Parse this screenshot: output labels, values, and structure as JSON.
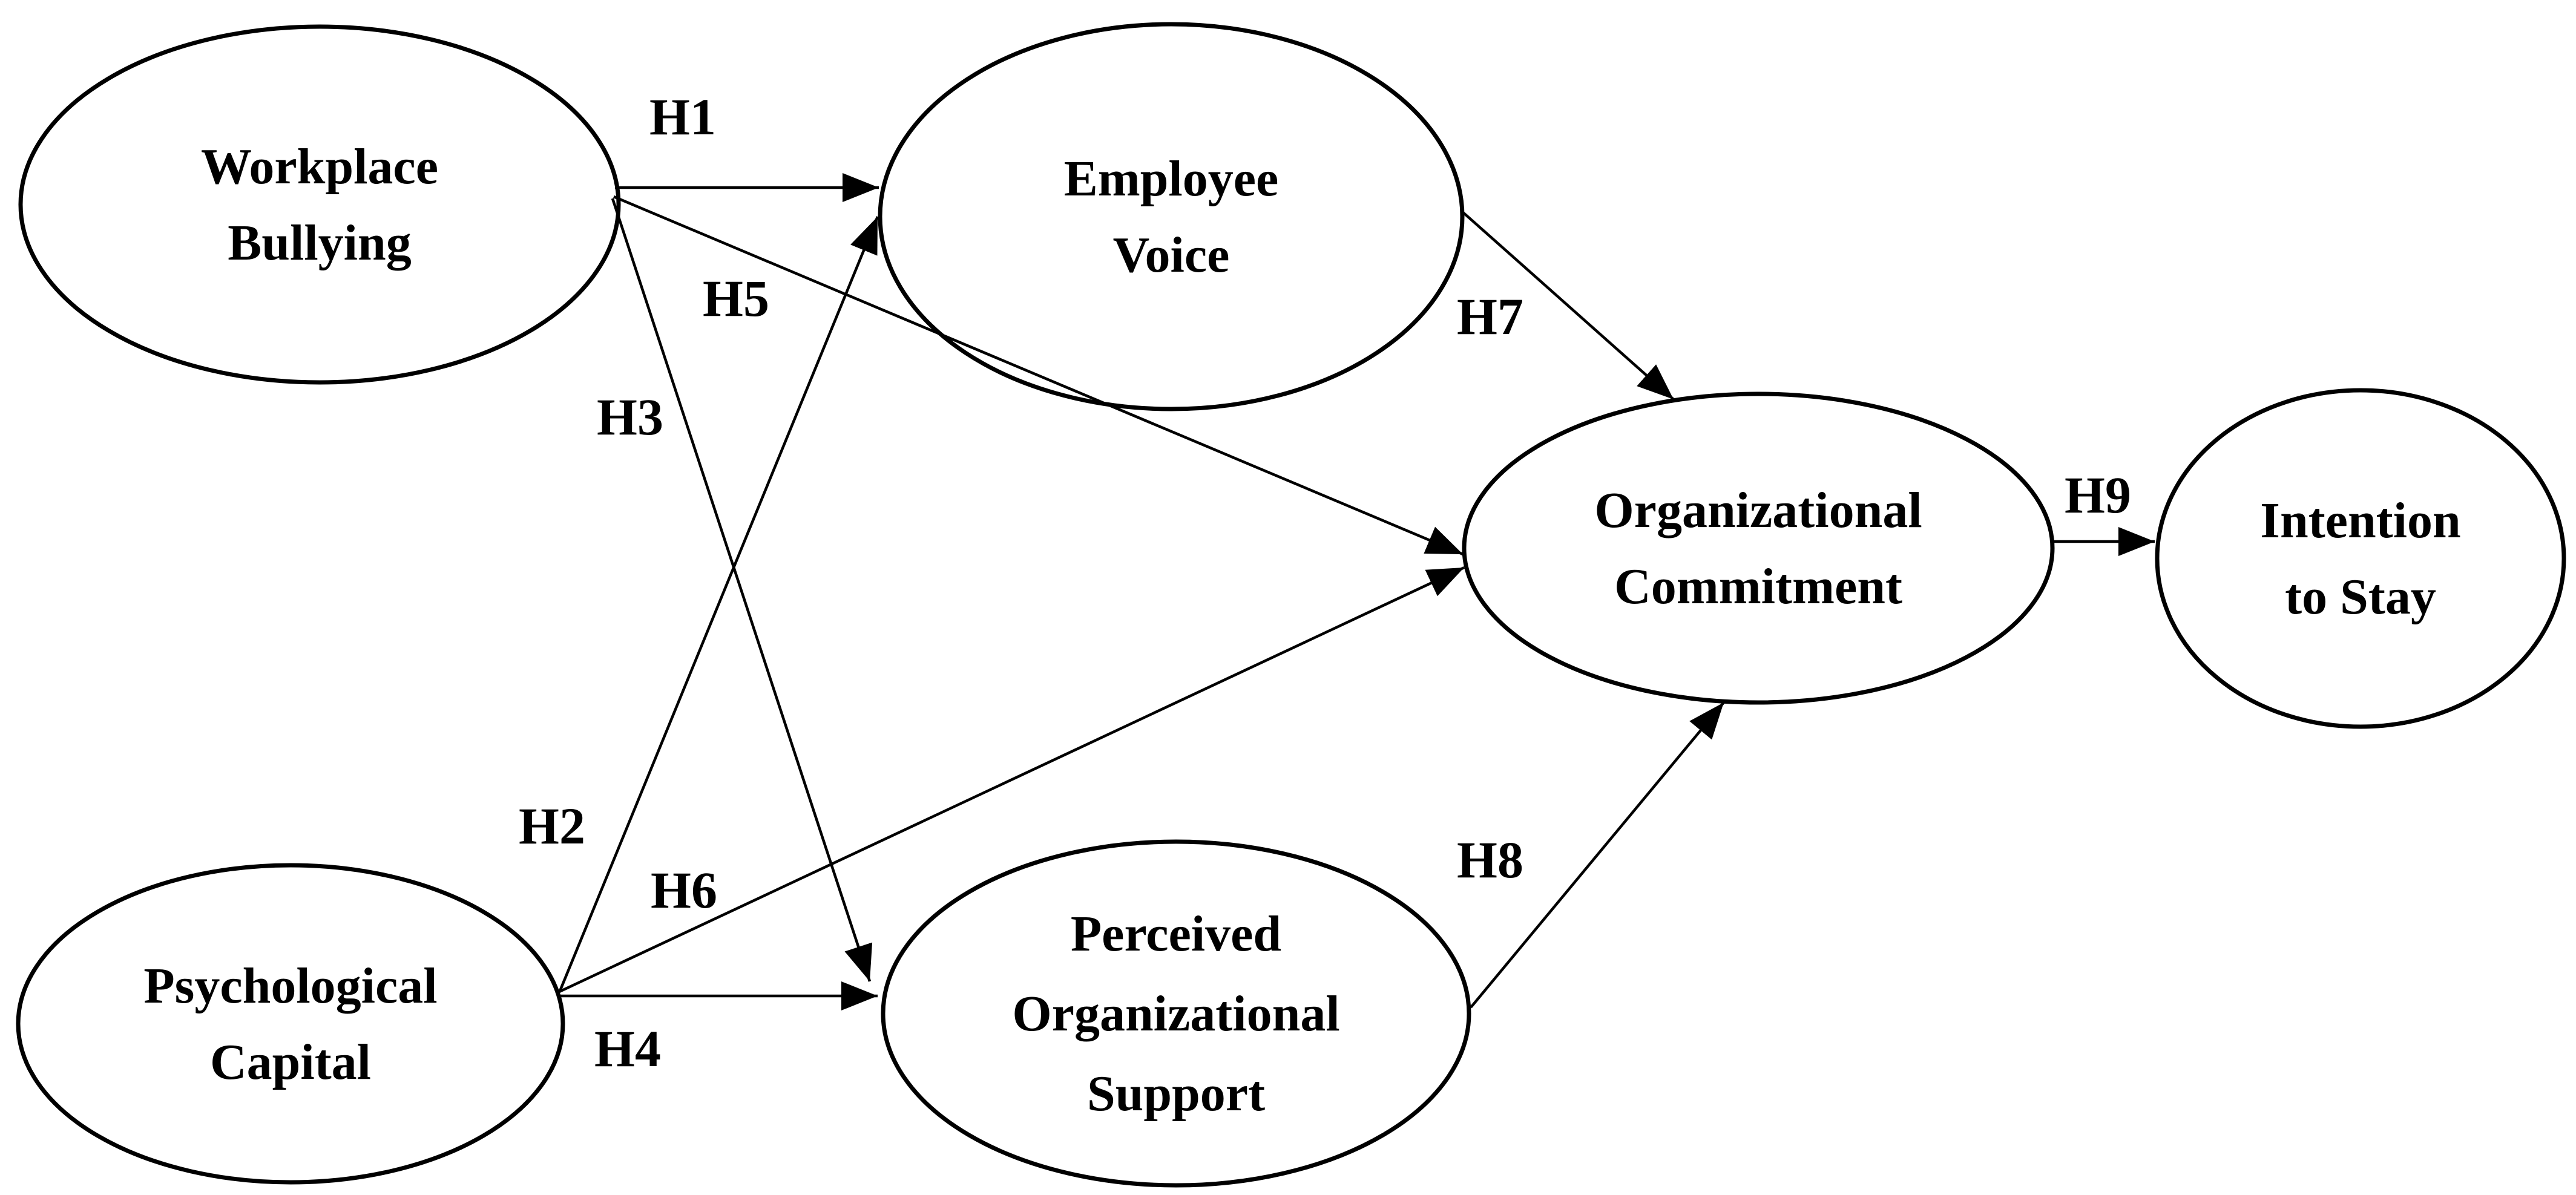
{
  "figure": {
    "type": "structural-model-path-diagram",
    "background_color": "#ffffff",
    "line_color": "#000000",
    "nodes": {
      "workplace_bullying": {
        "line1": "Workplace",
        "line2": "Bullying"
      },
      "employee_voice": {
        "line1": "Employee",
        "line2": "Voice"
      },
      "organizational_commitment": {
        "line1": "Organizational",
        "line2": "Commitment"
      },
      "intention_to_stay": {
        "line1": "Intention",
        "line2": "to Stay"
      },
      "psychological_capital": {
        "line1": "Psychological",
        "line2": "Capital"
      },
      "perceived_organizational_support": {
        "line1": "Perceived",
        "line2": "Organizational",
        "line3": "Support"
      }
    },
    "hypotheses": {
      "h1": {
        "label": "H1",
        "from": "Workplace Bullying",
        "to": "Employee Voice"
      },
      "h2": {
        "label": "H2",
        "from": "Psychological Capital",
        "to": "Employee Voice"
      },
      "h3": {
        "label": "H3",
        "from": "Workplace Bullying",
        "to": "Perceived Organizational Support"
      },
      "h4": {
        "label": "H4",
        "from": "Psychological Capital",
        "to": "Perceived Organizational Support"
      },
      "h5": {
        "label": "H5",
        "from": "Workplace Bullying",
        "to": "Organizational Commitment"
      },
      "h6": {
        "label": "H6",
        "from": "Psychological Capital",
        "to": "Organizational Commitment"
      },
      "h7": {
        "label": "H7",
        "from": "Employee Voice",
        "to": "Organizational Commitment"
      },
      "h8": {
        "label": "H8",
        "from": "Perceived Organizational Support",
        "to": "Organizational Commitment"
      },
      "h9": {
        "label": "H9",
        "from": "Organizational Commitment",
        "to": "Intention to Stay"
      }
    }
  }
}
